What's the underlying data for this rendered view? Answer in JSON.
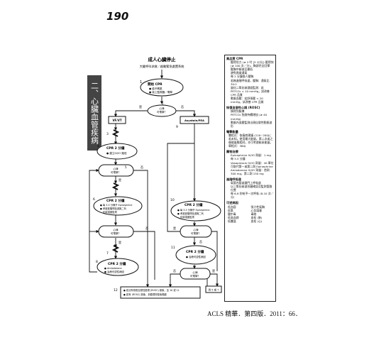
{
  "page": {
    "number": "190",
    "footer": "ACLS 精華．第四版．2011：66．"
  },
  "chapter": {
    "label": "二、心臟血管疾病"
  },
  "flowchart": {
    "title": "成人心臟停止",
    "subtitle": "大聲呼叫求救／啟動緊急處置系統",
    "n1_title": "開始 CPR",
    "n1_lines": [
      "● 給予氧氣",
      "● 接上監視器／電擊"
    ],
    "yes": "是",
    "no": "否",
    "d_shock": "心律\n可電擊？",
    "vf": "VF/VT",
    "asys": "Asystole/PEA",
    "n3": "3",
    "n4_title": "CPR 2 分鐘",
    "n4_line": "● 建立IV/IO 路徑",
    "n6_title": "CPR 2 分鐘",
    "n6_lines": [
      "● 每 3-5 分鐘予 Epinephrine",
      "● 考慮進階呼吸道與二氧",
      "化碳濃度監測"
    ],
    "n8_title": "CPR 2 分鐘",
    "n8_lines": [
      "● Amiodarone",
      "● 治療可逆性病因"
    ],
    "n10_title": "CPR 2 分鐘",
    "n10_lines": [
      "● 每 3-5 分鐘予 Epinephrine",
      "● 考慮進階呼吸道與二氧",
      "化碳濃度監測"
    ],
    "n11_title": "CPR 2 分鐘",
    "n11_line": "● 治療可逆性病因",
    "n12_lines": [
      "● 若沒有恢復自發性循環 (ROSC) 跡象，至 10 或 11",
      "● 若有 (ROSC) 跡象，到循環恢復後照顧"
    ],
    "goto": "到 5 或 7",
    "labels": {
      "n1": "1",
      "n2": "2",
      "n4": "4",
      "n5": "5",
      "n6": "6",
      "n7": "7",
      "n8": "8",
      "n9": "9",
      "n10": "10",
      "n11": "11",
      "n12": "12"
    }
  },
  "panel": {
    "s1_title": "高品質 CPR",
    "s1_items": [
      "壓得用力 (≥ 2 吋 [5 公分]) 壓得快 (≥ 100 次／分)，胸部完全回彈",
      "壓胸中斷減至最低",
      "避免過度通氣",
      "每 2 分鐘換人壓胸",
      "若無進階呼吸道，壓胸：通氣比 30:2",
      "量化二氧化碳濃度監測：若 PETCO₂ < 10 mmHg，試改善 CPR 品質",
      "動脈血壓：若舒張壓 < 20 mmHg，試改善 CPR 品質"
    ],
    "s2_title": "恢復自發性心跳 (ROSC)",
    "s2_items": [
      "摸得到脈搏",
      "PETCO₂ 急劇持續增加 (≥ 40 mmHg)",
      "動脈內血壓監測出現自發性動脈波形"
    ],
    "s3_title": "電擊能量",
    "s3_body": "雙相式：依廠商建議 (120~200J)；若未知，使用最大能量。第二次或之後能量應相同，亦可考慮較高能量。單相式：360J",
    "s4_title": "藥物治療",
    "s4_items": [
      "Epinephrine IV/IO 劑量：1 mg 每 3-5 分鐘",
      "Vasopressin IV/IO 劑量：40 單位可取代第一或第二劑 Epinephrine",
      "Amiodarone IV/IO 劑量：首劑 300 mg，第二劑 150 mg"
    ],
    "s5_title": "進階呼吸道",
    "s5_items": [
      "氣管內管或聲門上呼吸道",
      "以二氧化碳波形圖確認及監測管路位置",
      "每 6-8 秒給予一次呼吸 (8-10 次／分)"
    ],
    "s6_title": "可逆病因",
    "s6_cols": [
      "低血容",
      "張力性氣胸",
      "低氧",
      "心包填塞",
      "酸中毒",
      "毒物",
      "低高血鉀",
      "血栓 (肺)",
      "低體溫",
      "血栓 (心)"
    ]
  }
}
